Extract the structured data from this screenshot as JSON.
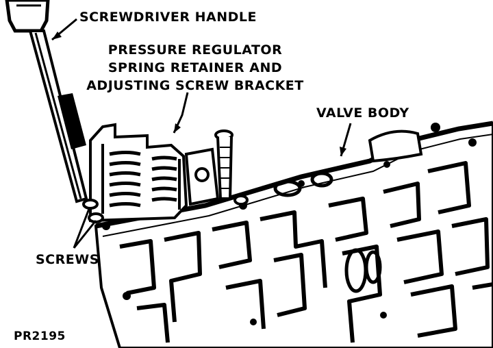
{
  "labels": {
    "screwdriver_handle": "SCREWDRIVER HANDLE",
    "pressure_regulator_line1": "PRESSURE REGULATOR",
    "pressure_regulator_line2": "SPRING RETAINER AND",
    "pressure_regulator_line3": "ADJUSTING SCREW BRACKET",
    "valve_body": "VALVE BODY",
    "screws": "SCREWS"
  },
  "figure_id": "PR2195",
  "colors": {
    "ink": "#000000",
    "paper": "#ffffff"
  }
}
